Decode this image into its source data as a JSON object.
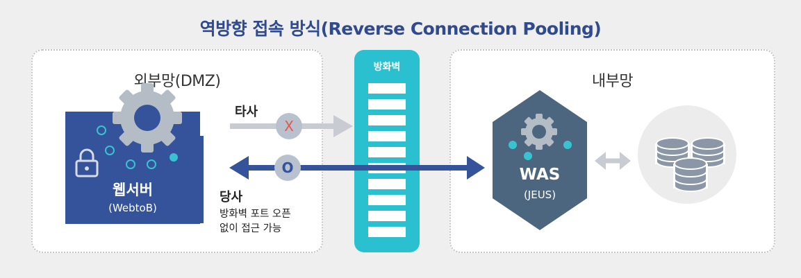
{
  "title": "역방향 접속 방식(Reverse Connection Pooling)",
  "external_zone": {
    "label": "외부망(DMZ)"
  },
  "internal_zone": {
    "label": "내부망"
  },
  "web_server": {
    "name": "웹서버",
    "product": "(WebtoB)",
    "icons": [
      "lock-icon",
      "gear-icon"
    ]
  },
  "other_company": {
    "label": "타사",
    "marker": "X",
    "marker_color": "#e0584a"
  },
  "our_company": {
    "label": "당사",
    "marker": "O",
    "marker_color": "#34539b",
    "desc_line1": "방화벽 포트 오픈",
    "desc_line2": "없이 접근 가능"
  },
  "firewall": {
    "label": "방화벽",
    "color": "#2bc0cf"
  },
  "was": {
    "name": "WAS",
    "product": "(JEUS)",
    "color": "#4d6680",
    "icons": [
      "gear-icon"
    ]
  },
  "database": {
    "icons": [
      "database-icon"
    ]
  },
  "colors": {
    "accent_blue": "#34539b",
    "gray_arrow": "#c8ccd2",
    "title": "#2f4a8e"
  }
}
